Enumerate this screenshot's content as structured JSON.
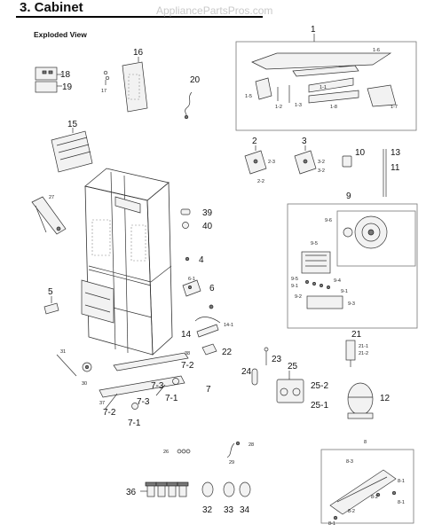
{
  "header": {
    "title": "3.  Cabinet",
    "watermark": "AppliancePartsPros.com"
  },
  "view_label": "Exploded View",
  "callouts": {
    "c1": "1",
    "c1_6": "1-6",
    "c1_5": "1-5",
    "c1_2": "1-2",
    "c1_3": "1-3",
    "c1_1": "1-1",
    "c1_8": "1-8",
    "c1_7": "1-7",
    "c2": "2",
    "c2_3": "2-3",
    "c2_2": "2-2",
    "c3": "3",
    "c3_2a": "3-2",
    "c3_2b": "3-2",
    "c4": "4",
    "c5": "5",
    "c6": "6",
    "c6_1": "6-1",
    "c7": "7",
    "c7_1a": "7-1",
    "c7_1b": "7-1",
    "c7_2a": "7-2",
    "c7_2b": "7-2",
    "c7_3a": "7-3",
    "c7_3b": "7-3",
    "c8": "8",
    "c8_1a": "8-1",
    "c8_1b": "8-1",
    "c8_2a": "8-2",
    "c8_2b": "8-2",
    "c8_3": "8-3",
    "c9": "9",
    "c9_6": "9-6",
    "c9_5": "9-5",
    "c9_4": "9-4",
    "c9_5b": "9-5",
    "c9_1a": "9-1",
    "c9_1b": "9-1",
    "c9_2": "9-2",
    "c9_3": "9-3",
    "c10": "10",
    "c11": "11",
    "c12": "12",
    "c13": "13",
    "c14": "14",
    "c14_1": "14-1",
    "c15": "15",
    "c16": "16",
    "c17": "17",
    "c18": "18",
    "c19": "19",
    "c20": "20",
    "c21": "21",
    "c21_1": "21-1",
    "c21_2": "21-2",
    "c22": "22",
    "c23": "23",
    "c24": "24",
    "c25": "25",
    "c25_1": "25-1",
    "c25_2": "25-2",
    "c26": "26",
    "c27": "27",
    "c28": "28",
    "c29": "29",
    "c30": "30",
    "c31": "31",
    "c32": "32",
    "c33": "33",
    "c34": "34",
    "c36": "36",
    "c37": "37",
    "c38": "38",
    "c39": "39",
    "c40": "40"
  }
}
